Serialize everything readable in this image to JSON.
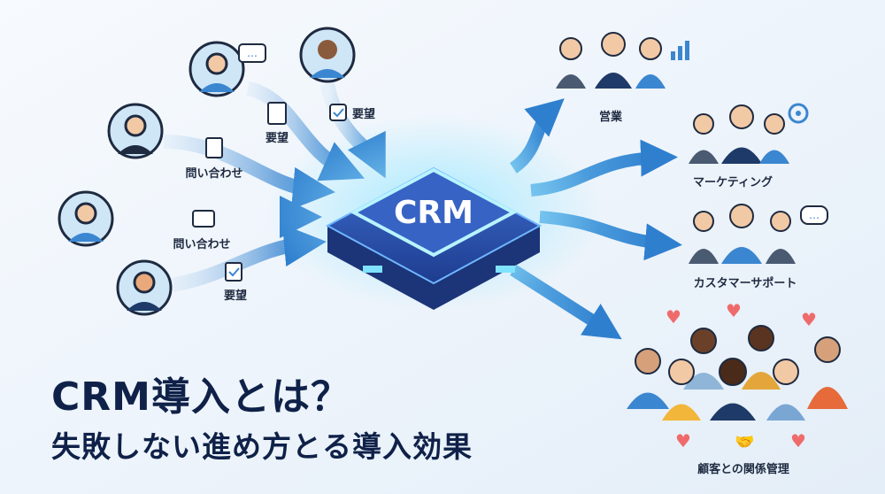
{
  "hub": {
    "label": "CRM"
  },
  "inputs": [
    {
      "label": "要望",
      "icon": "document-search-icon"
    },
    {
      "label": "要望",
      "icon": "checkbox-icon"
    },
    {
      "label": "問い合わせ",
      "icon": "document-icon"
    },
    {
      "label": "問い合わせ",
      "icon": "chat-bubble-icon"
    },
    {
      "label": "要望",
      "icon": "checklist-icon"
    }
  ],
  "outputs": [
    {
      "label": "営業",
      "icon": "bar-chart-icon"
    },
    {
      "label": "マーケティング",
      "icon": "target-icon"
    },
    {
      "label": "カスタマーサポート",
      "icon": "chat-bubble-icon"
    },
    {
      "label": "顧客との関係管理",
      "icon": "handshake-icon"
    }
  ],
  "headline": {
    "title": "CRM導入とは？",
    "subtitle": "失敗しない進め方とる導入効果"
  },
  "colors": {
    "navy": "#0f2148",
    "arrow": "#3b86d0",
    "glow": "#7fe3ff",
    "bg": "#eef4fb"
  }
}
